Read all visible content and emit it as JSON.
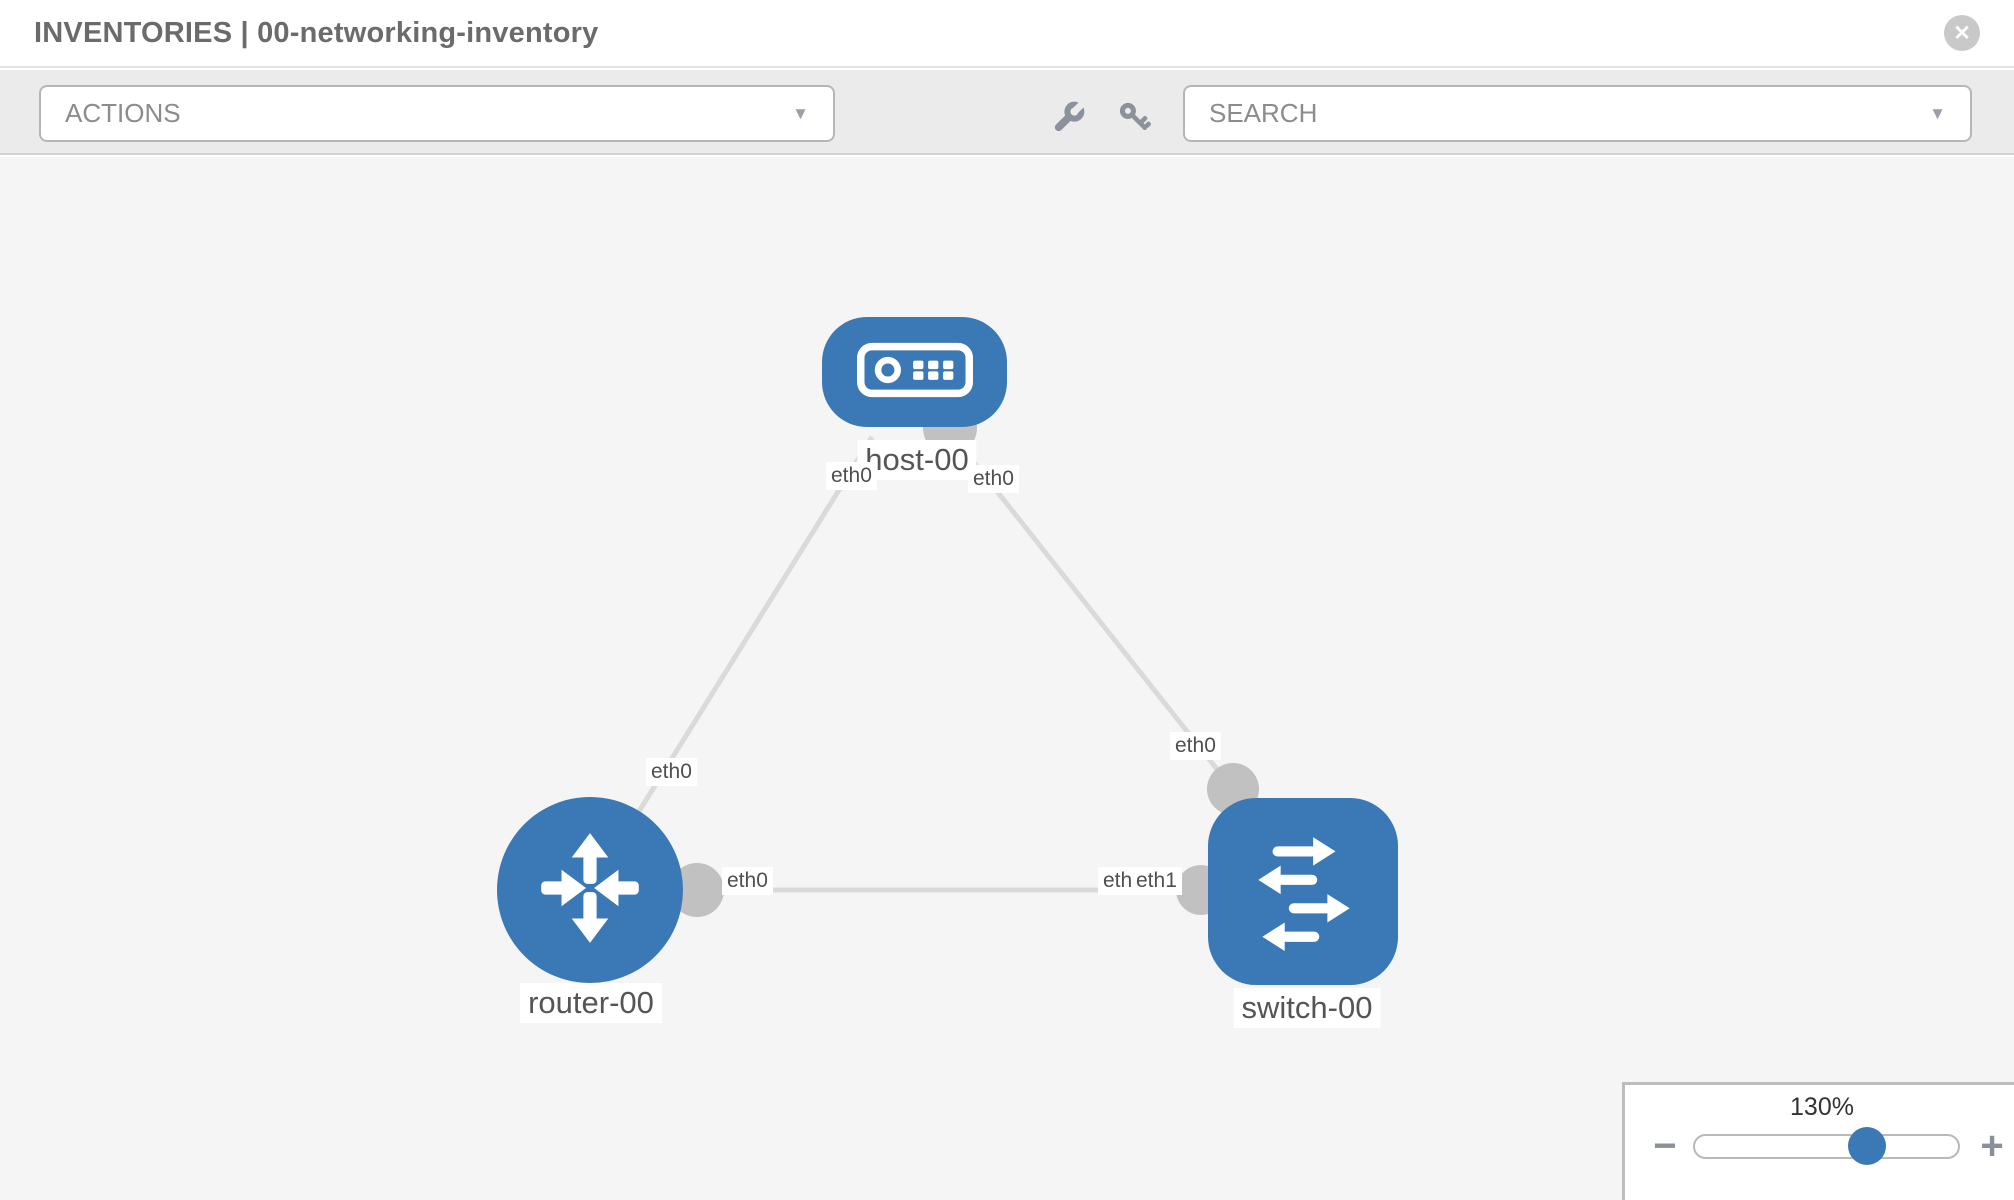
{
  "header": {
    "title": "INVENTORIES | 00-networking-inventory"
  },
  "toolbar": {
    "actions_dropdown": {
      "value": "ACTIONS"
    },
    "search_dropdown": {
      "value": "SEARCH"
    },
    "tools": [
      {
        "icon": "wrench-icon"
      },
      {
        "icon": "key-icon"
      }
    ]
  },
  "topology": {
    "nodes": [
      {
        "label": "host-00",
        "type": "host"
      },
      {
        "label": "router-00",
        "type": "router"
      },
      {
        "label": "switch-00",
        "type": "switch"
      }
    ],
    "links": [
      {
        "from": "router-00",
        "to": "host-00",
        "from_interface": "eth0",
        "to_interface": "eth0"
      },
      {
        "from": "host-00",
        "to": "switch-00",
        "from_interface": "eth0",
        "to_interface": "eth0"
      },
      {
        "from": "router-00",
        "to": "switch-00",
        "from_interface": "eth0",
        "to_interface": "eth1",
        "to_interface_overlapped": "eth0"
      }
    ]
  },
  "zoom_control": {
    "value": "130%"
  },
  "icons": {
    "close": "✕",
    "caret": "▼",
    "minus": "−",
    "plus": "+"
  },
  "colors": {
    "node_blue": "#3a79b5",
    "edge_gray": "#dadada",
    "stub_gray": "#c1c1c1",
    "toolbar_bg": "#ebebeb"
  }
}
